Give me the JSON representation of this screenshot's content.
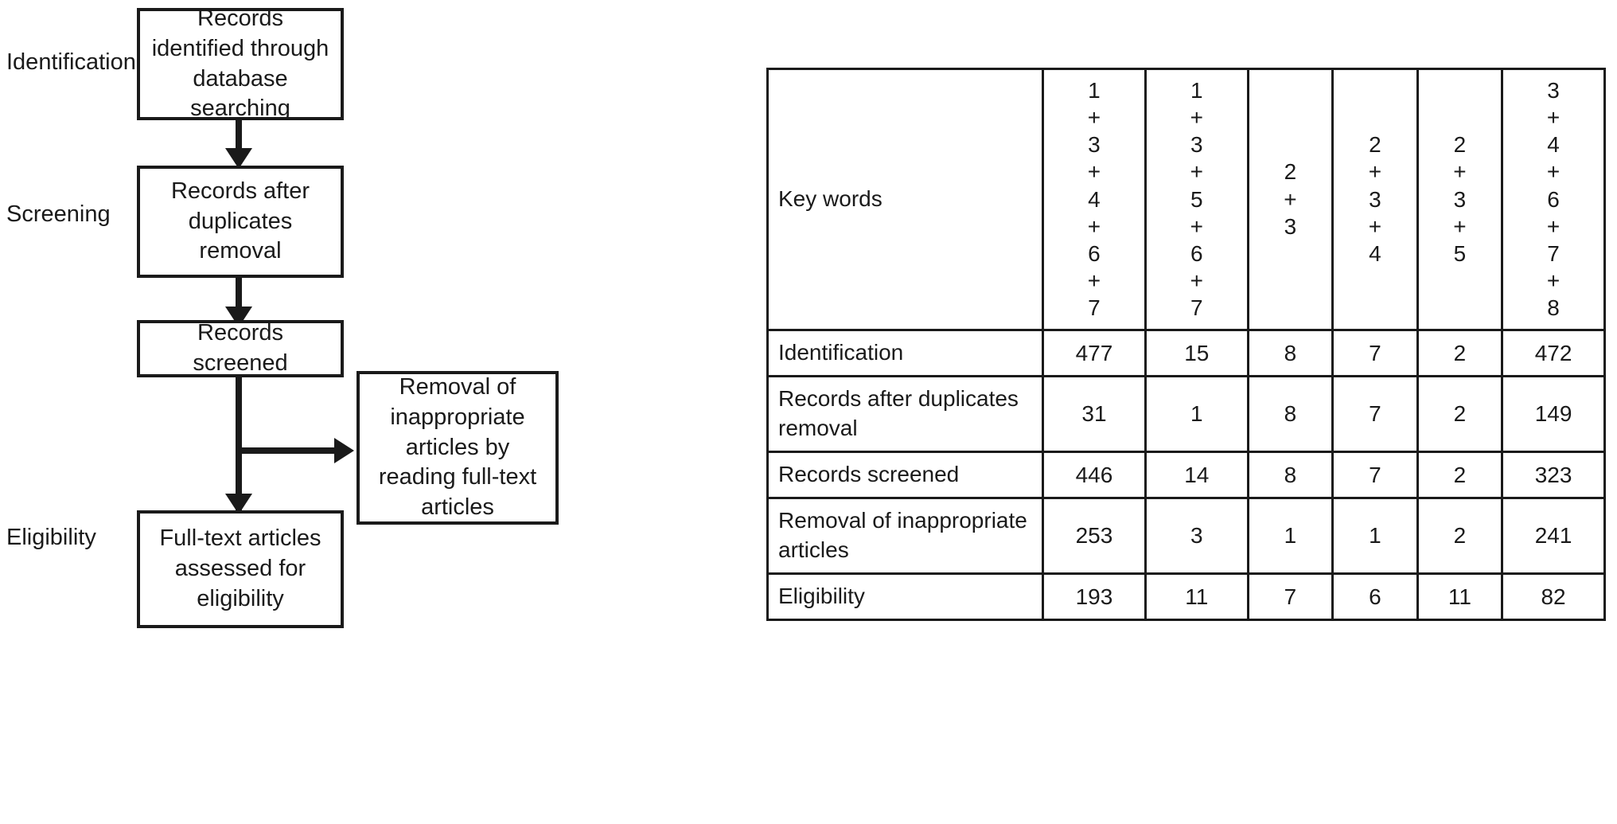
{
  "flowchart": {
    "stages": [
      {
        "label": "Identification"
      },
      {
        "label": "Screening"
      },
      {
        "label": "Eligibility"
      }
    ],
    "boxes": [
      {
        "id": "records-identified",
        "lines": [
          "Records identified",
          "through database",
          "searching"
        ]
      },
      {
        "id": "records-after-duplicates",
        "lines": [
          "Records after",
          "duplicates",
          "removal"
        ]
      },
      {
        "id": "records-screened",
        "lines": [
          "Records screened"
        ]
      },
      {
        "id": "removal-inappropriate",
        "lines": [
          "Removal of",
          "inappropriate",
          "articles by",
          "reading full-text",
          "articles"
        ]
      },
      {
        "id": "full-text-assessed",
        "lines": [
          "Full-text articles",
          "assessed for",
          "eligibility"
        ]
      }
    ]
  },
  "table": {
    "header_label": "Key words",
    "columns": [
      {
        "key": "col1",
        "terms": [
          "1",
          "+",
          "3",
          "+",
          "4",
          "+",
          "6",
          "+",
          "7"
        ]
      },
      {
        "key": "col2",
        "terms": [
          "1",
          "+",
          "3",
          "+",
          "5",
          "+",
          "6",
          "+",
          "7"
        ]
      },
      {
        "key": "col3",
        "terms": [
          "2",
          "+",
          "3"
        ]
      },
      {
        "key": "col4",
        "terms": [
          "2",
          "+",
          "3",
          "+",
          "4"
        ]
      },
      {
        "key": "col5",
        "terms": [
          "2",
          "+",
          "3",
          "+",
          "5"
        ]
      },
      {
        "key": "col6",
        "terms": [
          "3",
          "+",
          "4",
          "+",
          "6",
          "+",
          "7",
          "+",
          "8"
        ]
      }
    ],
    "rows": [
      {
        "label": "Identification",
        "values": [
          "477",
          "15",
          "8",
          "7",
          "2",
          "472"
        ]
      },
      {
        "label": "Records after duplicates removal",
        "values": [
          "31",
          "1",
          "8",
          "7",
          "2",
          "149"
        ]
      },
      {
        "label": "Records screened",
        "values": [
          "446",
          "14",
          "8",
          "7",
          "2",
          "323"
        ]
      },
      {
        "label": "Removal of inappropriate articles",
        "values": [
          "253",
          "3",
          "1",
          "1",
          "2",
          "241"
        ]
      },
      {
        "label": "Eligibility",
        "values": [
          "193",
          "11",
          "7",
          "6",
          "11",
          "82"
        ]
      }
    ]
  },
  "colors": {
    "ink": "#1a1a1a",
    "background": "#ffffff"
  }
}
